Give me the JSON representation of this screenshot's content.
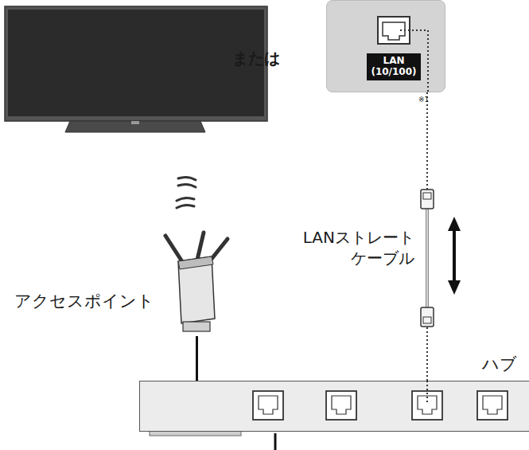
{
  "diagram": {
    "nodes": [
      {
        "text": [
          "LAN (10/100)"
        ]
      },
      {
        "text": [
          "アクセスポイント"
        ]
      },
      {
        "text": [
          "ハブ"
        ]
      }
    ],
    "edges": [
      {
        "from": 1,
        "to": 2,
        "arrow": "none"
      },
      {
        "from": 0,
        "to": 2,
        "label": "LANストレート ケーブル",
        "arrow": "none"
      }
    ],
    "labels": [
      "または",
      "※1"
    ]
  }
}
